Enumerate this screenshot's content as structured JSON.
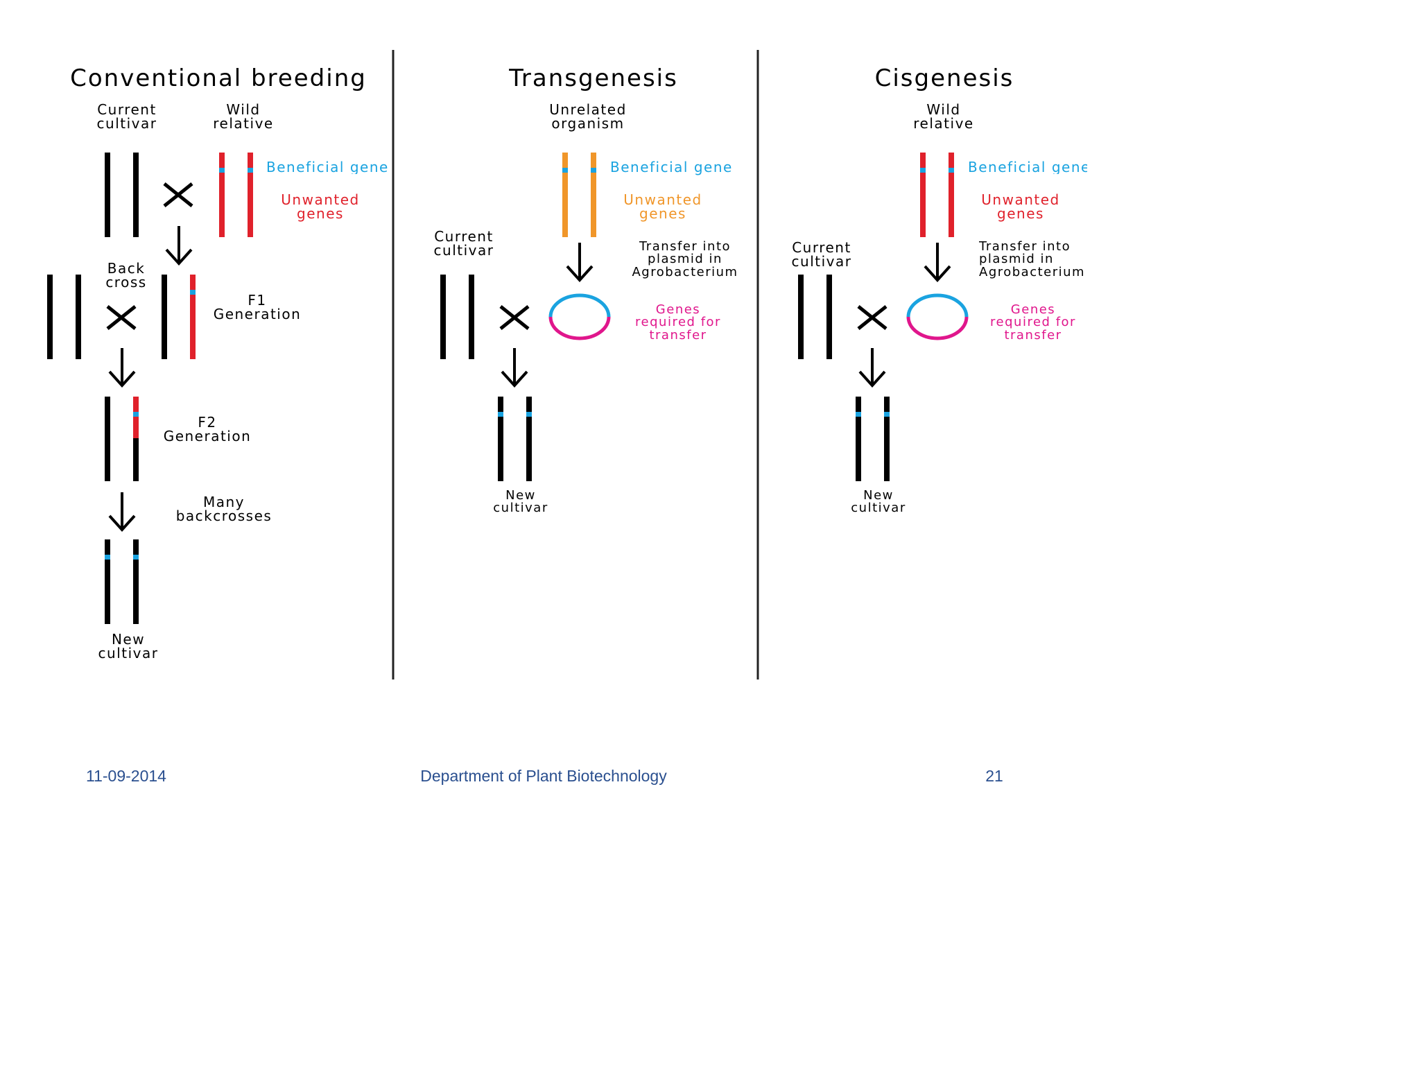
{
  "colors": {
    "chromosome": "#000000",
    "wild": "#e0212b",
    "beneficial": "#1aa3e0",
    "unrelated": "#f0962a",
    "plasmid_blue": "#1aa3e0",
    "plasmid_magenta": "#e0168c",
    "footer": "#2a4f8f"
  },
  "conventional": {
    "title": "Conventional breeding",
    "current_cultivar": "Current\ncultivar",
    "wild_relative": "Wild\nrelative",
    "beneficial_gene": "Beneficial gene",
    "unwanted_genes": "Unwanted\ngenes",
    "back_cross": "Back\ncross",
    "f1_generation": "F1\nGeneration",
    "f2_generation": "F2\nGeneration",
    "many_backcrosses": "Many\nbackcrosses",
    "new_cultivar": "New\ncultivar"
  },
  "transgenesis": {
    "title": "Transgenesis",
    "unrelated_organism": "Unrelated\norganism",
    "beneficial_gene": "Beneficial gene",
    "unwanted_genes": "Unwanted\ngenes",
    "current_cultivar": "Current\ncultivar",
    "transfer": "Transfer into\nplasmid in\nAgrobacterium",
    "genes_required": "Genes\nrequired for\ntransfer",
    "new_cultivar": "New\ncultivar"
  },
  "cisgenesis": {
    "title": "Cisgenesis",
    "wild_relative": "Wild\nrelative",
    "beneficial_gene": "Beneficial gene",
    "unwanted_genes": "Unwanted\ngenes",
    "current_cultivar": "Current\ncultivar",
    "transfer": "Transfer into\nplasmid in\nAgrobacterium",
    "genes_required": "Genes\nrequired for\ntransfer",
    "new_cultivar": "New\ncultivar"
  },
  "footer": {
    "date": "11-09-2014",
    "department": "Department of Plant Biotechnology",
    "page": "21"
  }
}
